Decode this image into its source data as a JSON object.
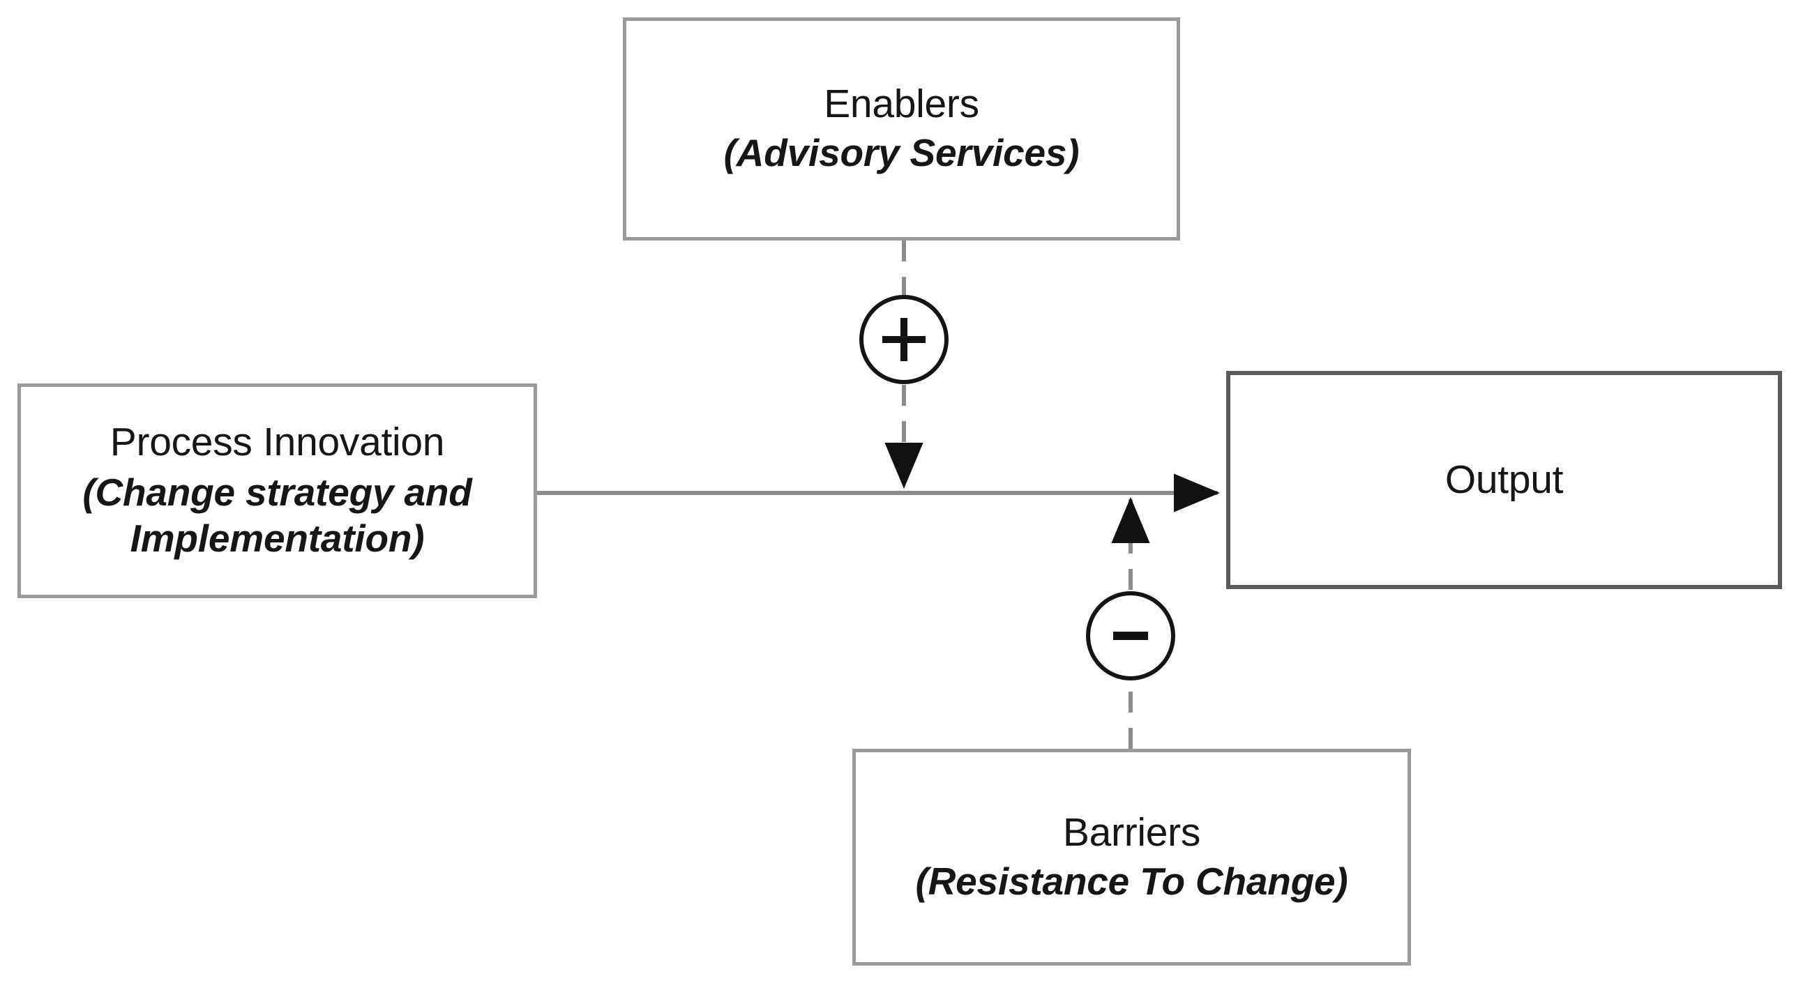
{
  "diagram": {
    "title": "Process Innovation and Output Causal Diagram",
    "background_color": "#ffffff",
    "box_border_color": "#9a9a9a",
    "emphasis_border_color": "#5b5b5b",
    "line_color": "#8c8c8c",
    "sign_color": "#141414",
    "text_color": "#161616"
  },
  "nodes": {
    "enablers": {
      "title": "Enablers",
      "subtitle": "(Advisory Services)",
      "sub_open_paren": "(",
      "sub_inner": "Advisory Services",
      "sub_close_paren": ")"
    },
    "process_innovation": {
      "title": "Process Innovation",
      "sub_open_paren": "(",
      "sub_line1": "Change strategy and",
      "sub_line2": "Implementation",
      "sub_close_paren": ")"
    },
    "output": {
      "title": "Output"
    },
    "barriers": {
      "title": "Barriers",
      "sub_open_paren": "(",
      "sub_inner": "Resistance To Change",
      "sub_close_paren": ")"
    }
  },
  "signs": {
    "positive": {
      "symbol": "+",
      "label": "positive-influence",
      "source": "Enablers",
      "target": "Process Innovation to Output link",
      "polarity": "positive"
    },
    "negative": {
      "symbol": "−",
      "label": "negative-influence",
      "source": "Barriers",
      "target": "Process Innovation to Output link",
      "polarity": "negative"
    }
  },
  "edges": [
    {
      "name": "process-innovation-to-output",
      "from": "Process Innovation",
      "to": "Output",
      "style": "solid",
      "arrow": "end"
    },
    {
      "name": "enablers-to-link",
      "from": "Enablers",
      "to": "Process Innovation to Output link",
      "style": "dashed",
      "arrow": "end",
      "moderator_sign": "+"
    },
    {
      "name": "barriers-to-link",
      "from": "Barriers",
      "to": "Process Innovation to Output link",
      "style": "dashed",
      "arrow": "end",
      "moderator_sign": "−"
    }
  ]
}
